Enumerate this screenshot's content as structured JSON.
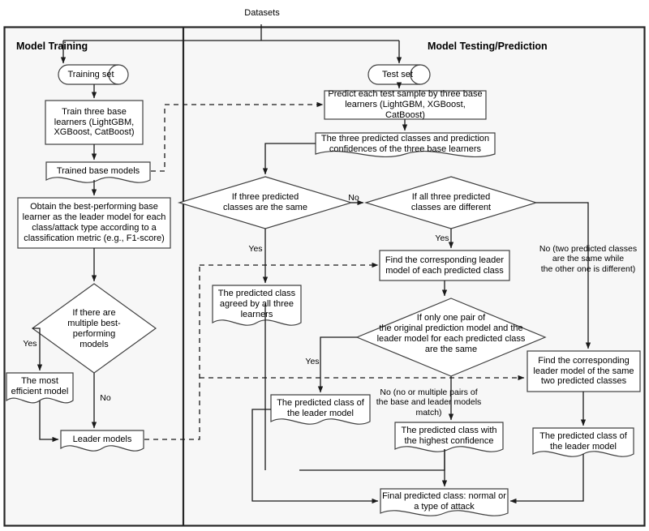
{
  "diagram": {
    "title": "Two-stage ensemble intrusion-detection workflow",
    "sections": {
      "left_title": "Model Training",
      "right_title": "Model Testing/Prediction"
    },
    "colors": {
      "panel_fill": "#f7f7f7",
      "node_fill": "#ffffff",
      "stroke": "#404040",
      "outline": "#262626",
      "text": "#000000"
    },
    "nodes": {
      "datasets": "Datasets",
      "training_set": "Training set",
      "test_set": "Test set",
      "train_three": "Train three base\nlearners (LightGBM,\nXGBoost, CatBoost)",
      "trained_base_models": "Trained base models",
      "obtain_best": "Obtain the best-performing base\nlearner as the leader model for each\nclass/attack type according to a\nclassification metric (e.g., F1-score)",
      "multiple_best_q": "If there are\nmultiple best-\nperforming\nmodels",
      "most_efficient": "The most\nefficient model",
      "leader_models": "Leader models",
      "predict_each": "Predict each test sample by three base\nlearners (LightGBM, XGBoost, CatBoost)",
      "three_predicted": "The three predicted classes and prediction\nconfidences of the three base learners",
      "same_q": "If three predicted\nclasses are the same",
      "all_diff_q": "If all three predicted\nclasses are different",
      "agreed_class": "The predicted class\nagreed by all three\nlearners",
      "find_leader_each": "Find the corresponding leader\nmodel of each predicted class",
      "one_pair_q": "If only one pair of\nthe original prediction model and the\nleader model for each predicted class\nare the same",
      "leader_class_left": "The predicted class of\nthe leader model",
      "highest_conf": "The predicted class with\nthe highest confidence",
      "find_leader_same_two": "Find the corresponding\nleader model of the same\ntwo predicted classes",
      "leader_class_right": "The predicted class of\nthe leader model",
      "final": "Final predicted class: normal or\na type of attack"
    },
    "edge_labels": {
      "yes_multiple": "Yes",
      "no_multiple": "No",
      "yes_same": "Yes",
      "no_same": "No",
      "yes_all_diff": "Yes",
      "no_all_diff": "No (two predicted classes\nare the same while\nthe other one is different)",
      "yes_one_pair": "Yes",
      "no_one_pair": "No (no or multiple pairs of\nthe base and leader models match)"
    }
  }
}
